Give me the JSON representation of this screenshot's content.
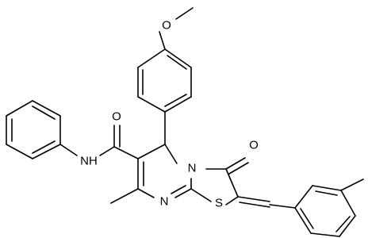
{
  "atoms": {
    "o_methoxy": "O",
    "o_carbonyl": "O",
    "o_ketone": "O",
    "nh": "NH",
    "n_ring": "N",
    "n_ring2": "N",
    "s_ring": "S"
  }
}
